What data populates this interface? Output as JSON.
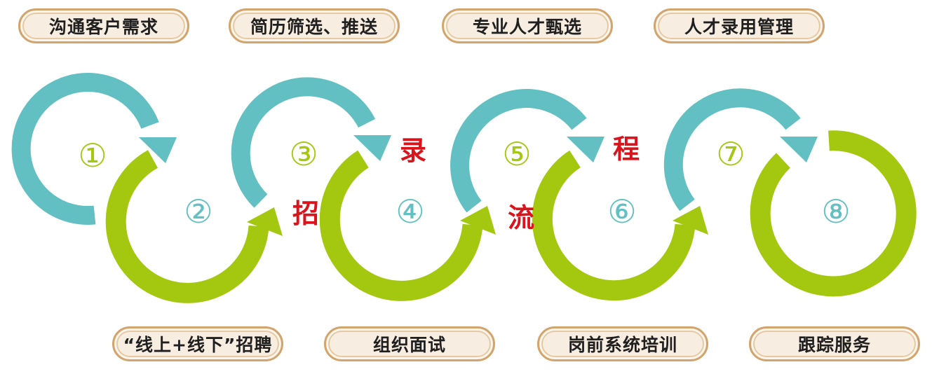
{
  "top_labels": [
    "沟通客户需求",
    "简历筛选、推送",
    "专业人才甄选",
    "人才录用管理"
  ],
  "bottom_labels": [
    "“线上+线下”招聘",
    "组织面试",
    "岗前系统培训",
    "跟踪服务"
  ],
  "steps": [
    "①",
    "②",
    "③",
    "④",
    "⑤",
    "⑥",
    "⑦",
    "⑧"
  ],
  "title_chars": [
    "招",
    "录",
    "流",
    "程"
  ],
  "colors": {
    "teal": "#62c0c2",
    "green": "#a3c80f",
    "red": "#d8141c",
    "pill_border": "#d2a46e"
  }
}
